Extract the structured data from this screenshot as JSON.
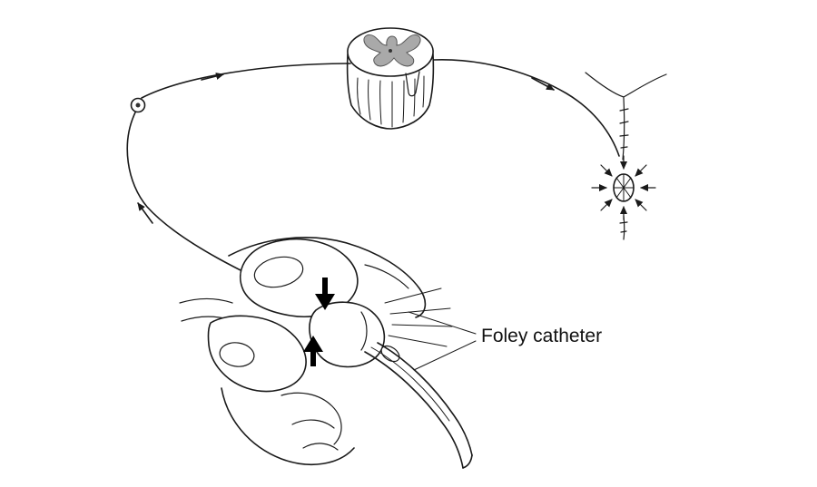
{
  "colors": {
    "background": "#ffffff",
    "ink": "#1a1a1a",
    "gray_matter": "#a9a9a9",
    "canal": "#333333"
  },
  "labels": {
    "foley_catheter": "Foley catheter"
  },
  "parts": {
    "spinal_cord": "spinal-cord-cross-section",
    "ganglion": "dorsal-root-ganglion-icon",
    "afferent": "afferent-nerve-path",
    "efferent": "efferent-nerve-path",
    "sphincter": "anal-sphincter",
    "hand": "hand-squeezing-glans",
    "catheter": "foley-catheter-tube"
  }
}
